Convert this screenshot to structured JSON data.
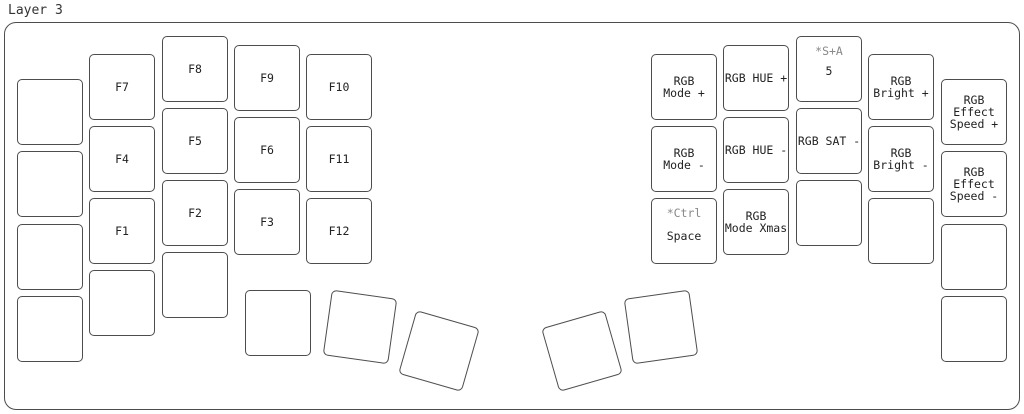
{
  "layer_title": "Layer 3",
  "keys": {
    "f7": "F7",
    "f8": "F8",
    "f9": "F9",
    "f10": "F10",
    "f4": "F4",
    "f5": "F5",
    "f6": "F6",
    "f11": "F11",
    "f1": "F1",
    "f2": "F2",
    "f3": "F3",
    "f12": "F12",
    "rgb_mode_plus": "RGB\nMode +",
    "rgb_hue_plus": "RGB HUE +",
    "sa5_shifted": "*S+A",
    "sa5_tap": "5",
    "rgb_bright_plus": "RGB\nBright +",
    "rgb_effect_speed_plus": "RGB\nEffect\nSpeed +",
    "rgb_mode_minus": "RGB\nMode -",
    "rgb_hue_minus": "RGB HUE -",
    "rgb_sat_minus": "RGB SAT -",
    "rgb_bright_minus": "RGB\nBright -",
    "rgb_effect_speed_minus": "RGB\nEffect\nSpeed -",
    "ctrl_space_shifted": "*Ctrl",
    "ctrl_space_tap": "Space",
    "rgb_mode_xmas": "RGB\nMode Xmas"
  }
}
